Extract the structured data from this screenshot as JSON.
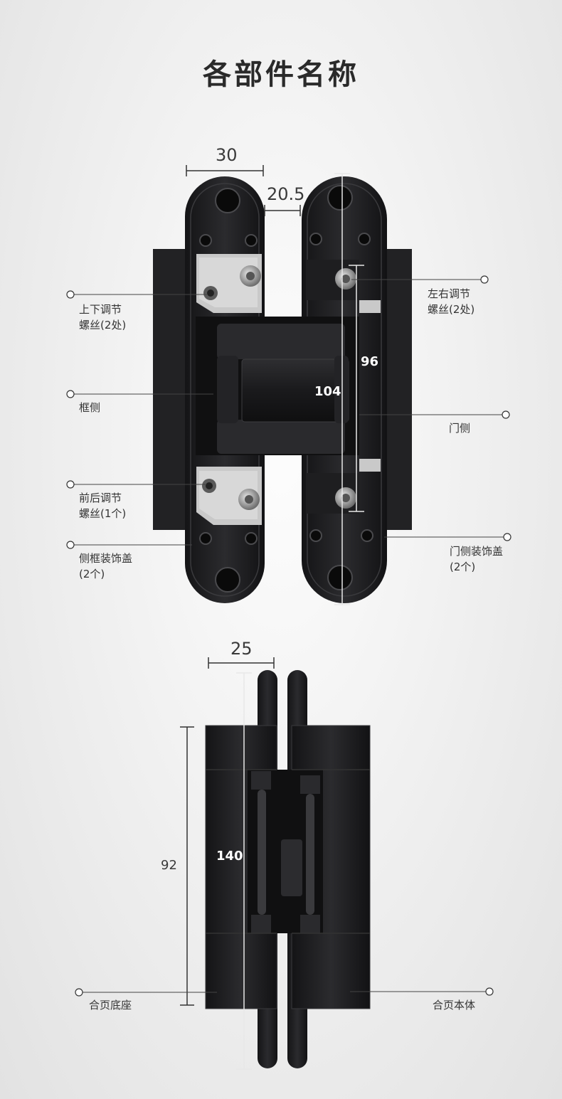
{
  "title": "各部件名称",
  "top_view": {
    "dim_width": "30",
    "dim_gap": "20.5",
    "dim_height_inner": "96",
    "dim_body": "104",
    "labels": {
      "vertical_adjust": [
        "上下调节",
        "螺丝(2处)"
      ],
      "frame_side": "框侧",
      "front_back_adjust": [
        "前后调节",
        "螺丝(1个)"
      ],
      "frame_cover": [
        "侧框装饰盖",
        "(2个)"
      ],
      "horizontal_adjust": [
        "左右调节",
        "螺丝(2处)"
      ],
      "door_side": "门侧",
      "door_cover": [
        "门侧装饰盖",
        "(2个)"
      ]
    }
  },
  "side_view": {
    "dim_depth": "25",
    "dim_height": "92",
    "dim_total": "140",
    "labels": {
      "base": "合页底座",
      "body": "合页本体"
    }
  },
  "colors": {
    "metal": "#1c1c1e",
    "metal_light": "#3a3a3d",
    "line": "#333333",
    "screw": "#b8b8b8"
  }
}
